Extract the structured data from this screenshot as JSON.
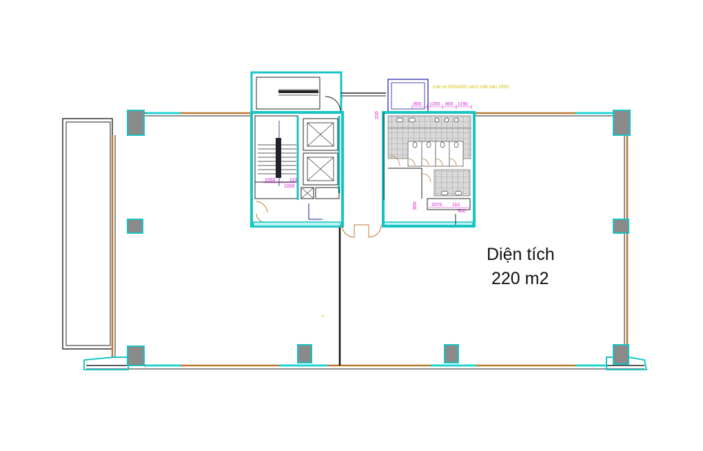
{
  "area_label": {
    "line1": "Diện tích",
    "line2": "220 m2"
  },
  "annotations": {
    "skylight_note": "mái xe 600x600 cách mặt sàn 1600",
    "small_label": "?"
  },
  "dimensions": {
    "stair_1550": "1550",
    "stair_1000": "1000",
    "stair_110": "110",
    "wc_800a": "800",
    "wc_1200": "1200",
    "wc_800b": "800",
    "wc_1190": "1190",
    "wc_220": "220",
    "wc_800_vertical": "800",
    "wc_2070": "2070",
    "wc_110": "110",
    "wc_500": "500"
  },
  "colors": {
    "wall": "#2a2a2a",
    "cyan_hatch": "#1fd3d3",
    "brown_window": "#b8782e",
    "dimension": "#d01ad0",
    "column": "#8a8a8a"
  }
}
